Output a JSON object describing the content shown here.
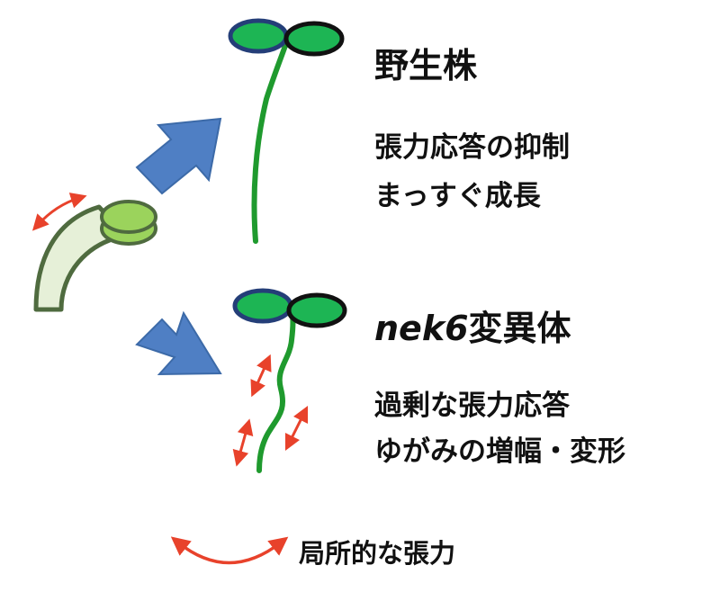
{
  "wild_type": {
    "title": "野生株",
    "line1": "張力応答の抑制",
    "line2": "まっすぐ成長"
  },
  "mutant": {
    "gene": "nek6",
    "title_suffix": "変異体",
    "line1": "過剰な張力応答",
    "line2": "ゆがみの増幅・変形"
  },
  "legend": {
    "label": "局所的な張力"
  },
  "colors": {
    "stem_green": "#1f9a2e",
    "cotyledon_fill": "#1db554",
    "cotyledon_outline_left": "#243e78",
    "cotyledon_outline_right": "#111111",
    "arrow_blue": "#4f7fc4",
    "tension_red": "#e8422b",
    "seedling_fill": "#e6f0d8",
    "seedling_outline": "#4f6b3f",
    "seed_green": "#9bd35c"
  }
}
